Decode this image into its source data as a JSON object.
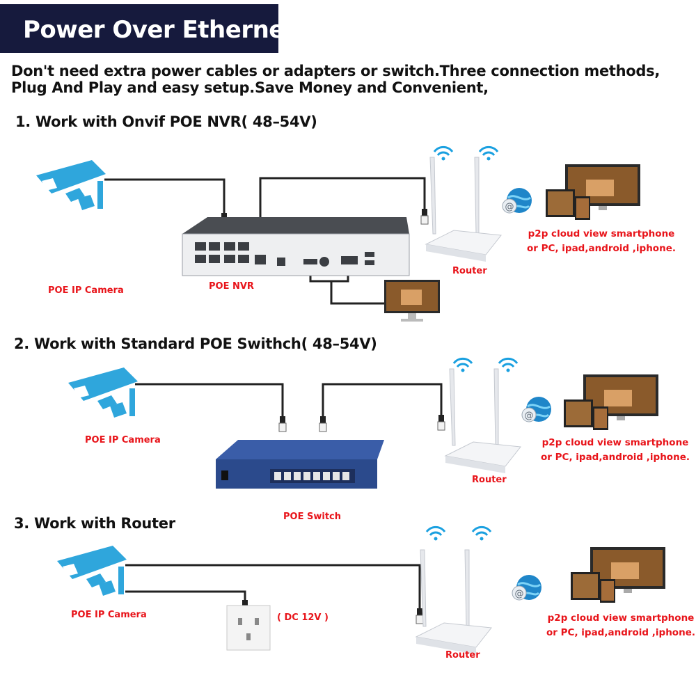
{
  "header": {
    "title": "Power Over Ethernet"
  },
  "intro": {
    "line1": "Don't need extra power cables or adapters or switch.Three connection methods,",
    "line2": "Plug And Play and easy setup.Save Money and Convenient,"
  },
  "sections": [
    {
      "heading": "1. Work with Onvif POE NVR( 48–54V)",
      "camera_label": "POE IP Camera",
      "hub_label": "POE NVR",
      "router_label": "Router",
      "cloud_line1": "p2p cloud view smartphone",
      "cloud_line2": "or PC, ipad,android ,iphone."
    },
    {
      "heading": "2. Work with Standard POE Swithch( 48–54V)",
      "camera_label": "POE IP Camera",
      "hub_label": "POE Switch",
      "router_label": "Router",
      "cloud_line1": "p2p cloud view smartphone",
      "cloud_line2": "or PC, ipad,android ,iphone."
    },
    {
      "heading": "3. Work with Router",
      "camera_label": "POE IP Camera",
      "power_label": "( DC 12V )",
      "router_label": "Router",
      "cloud_line1": "p2p cloud view smartphone",
      "cloud_line2": "or PC, ipad,android ,iphone."
    }
  ],
  "colors": {
    "banner": "#161a3d",
    "label_red": "#e8141a",
    "camera_blue": "#2fa6dc",
    "wifi_blue": "#1aa0e0",
    "switch_blue": "#2b4a8c"
  },
  "icons": [
    "cctv-camera-icon",
    "ethernet-plug-icon",
    "nvr-recorder-icon",
    "wifi-router-icon",
    "wifi-signal-icon",
    "email-globe-icon",
    "monitor-icon",
    "tablet-icon",
    "smartphone-icon",
    "poe-switch-icon",
    "power-socket-icon"
  ]
}
